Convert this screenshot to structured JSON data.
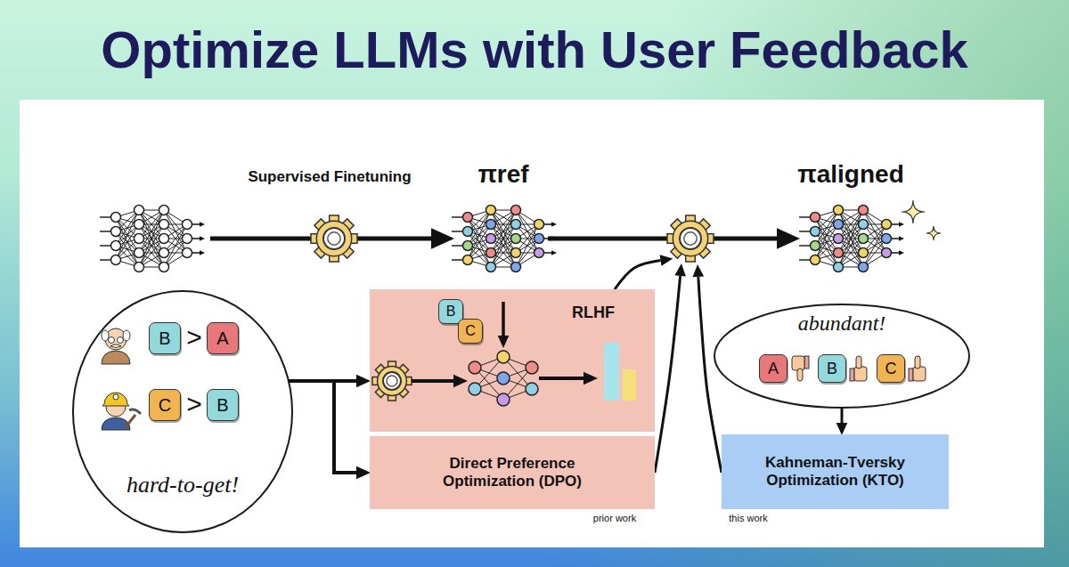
{
  "diagram": {
    "title": "Optimize LLMs with User Feedback",
    "nodes": [
      {
        "text": [
          "πref"
        ]
      },
      {
        "text": [
          "πaligned"
        ]
      },
      {
        "text": [
          "hard-to-get!"
        ]
      },
      {
        "text": [
          "B"
        ],
        "in": 2
      },
      {
        "text": [
          "A"
        ],
        "in": 2
      },
      {
        "text": [
          "C"
        ],
        "in": 2
      },
      {
        "text": [
          "B"
        ],
        "in": 2
      },
      {
        "text": [
          "RLHF"
        ]
      },
      {
        "text": [
          "B"
        ],
        "in": 7
      },
      {
        "text": [
          "C"
        ],
        "in": 7
      },
      {
        "text": [
          "Direct Preference Optimization (DPO)"
        ]
      },
      {
        "text": [
          "abundant!"
        ]
      },
      {
        "text": [
          "A"
        ],
        "in": 11
      },
      {
        "text": [
          "B"
        ],
        "in": 11
      },
      {
        "text": [
          "C"
        ],
        "in": 11
      },
      {
        "text": [
          "Kahneman-Tversky Optimization (KTO)"
        ]
      }
    ],
    "edges": [
      {
        "from": 0,
        "to": 1,
        "arrow": "to"
      },
      {
        "from": 2,
        "to": 7,
        "arrow": "to"
      },
      {
        "from": 2,
        "to": 10,
        "arrow": "to"
      },
      {
        "from": 7,
        "to": 1,
        "arrow": "to"
      },
      {
        "from": 10,
        "to": 1,
        "arrow": "to"
      },
      {
        "from": 11,
        "to": 15,
        "arrow": "to"
      },
      {
        "from": 15,
        "to": 1,
        "arrow": "to"
      }
    ],
    "labels": [
      "Supervised Finetuning",
      ">",
      ">",
      "prior work",
      "this work"
    ]
  }
}
